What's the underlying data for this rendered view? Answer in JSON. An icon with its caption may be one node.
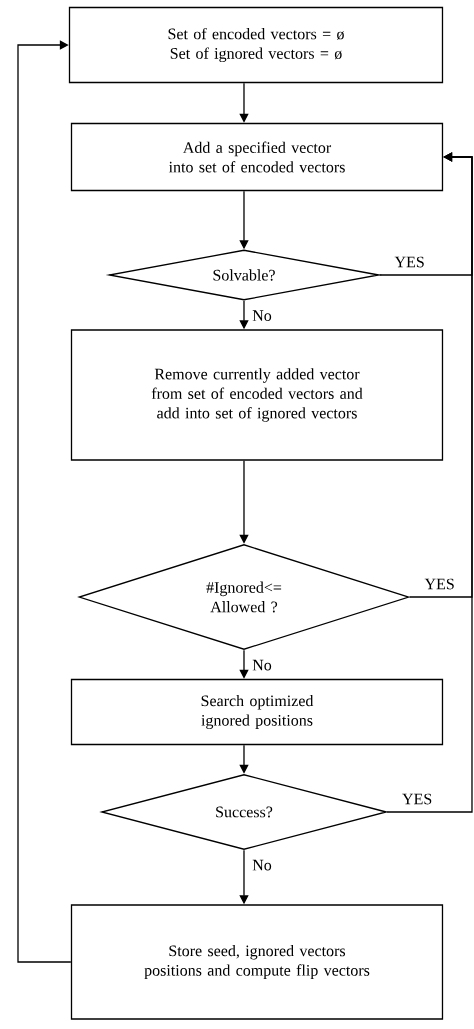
{
  "diagram": {
    "nodes": [
      {
        "text": [
          "Set of encoded vectors = ø",
          "Set of ignored vectors  = ø"
        ]
      },
      {
        "text": [
          "Add a specified vector into set of encoded vectors"
        ]
      },
      {
        "text": [
          "Solvable?"
        ]
      },
      {
        "text": [
          "Remove currently added vector from set of encoded vectors and add into set of ignored vectors"
        ]
      },
      {
        "text": [
          "#Ignored<= Allowed ?"
        ]
      },
      {
        "text": [
          "Search optimized ignored positions"
        ]
      },
      {
        "text": [
          "Success?"
        ]
      },
      {
        "text": [
          "Store seed, ignored vectors positions and compute flip vectors"
        ]
      }
    ],
    "edges": [
      {
        "from": 0,
        "to": 1,
        "arrow": "to"
      },
      {
        "from": 1,
        "to": 2,
        "arrow": "to"
      },
      {
        "from": 2,
        "to": 3,
        "arrow": "to",
        "label": "No"
      },
      {
        "from": 3,
        "to": 4,
        "arrow": "to"
      },
      {
        "from": 4,
        "to": 5,
        "arrow": "to",
        "label": "No"
      },
      {
        "from": 5,
        "to": 6,
        "arrow": "to"
      },
      {
        "from": 6,
        "to": 7,
        "arrow": "to",
        "label": "No"
      },
      {
        "from": 2,
        "to": 1,
        "arrow": "to",
        "label": "YES"
      },
      {
        "from": 4,
        "to": 1,
        "arrow": "to",
        "label": "YES"
      },
      {
        "from": 6,
        "to": 1,
        "arrow": "to",
        "label": "YES"
      },
      {
        "from": 7,
        "to": 0,
        "arrow": "to"
      }
    ]
  }
}
